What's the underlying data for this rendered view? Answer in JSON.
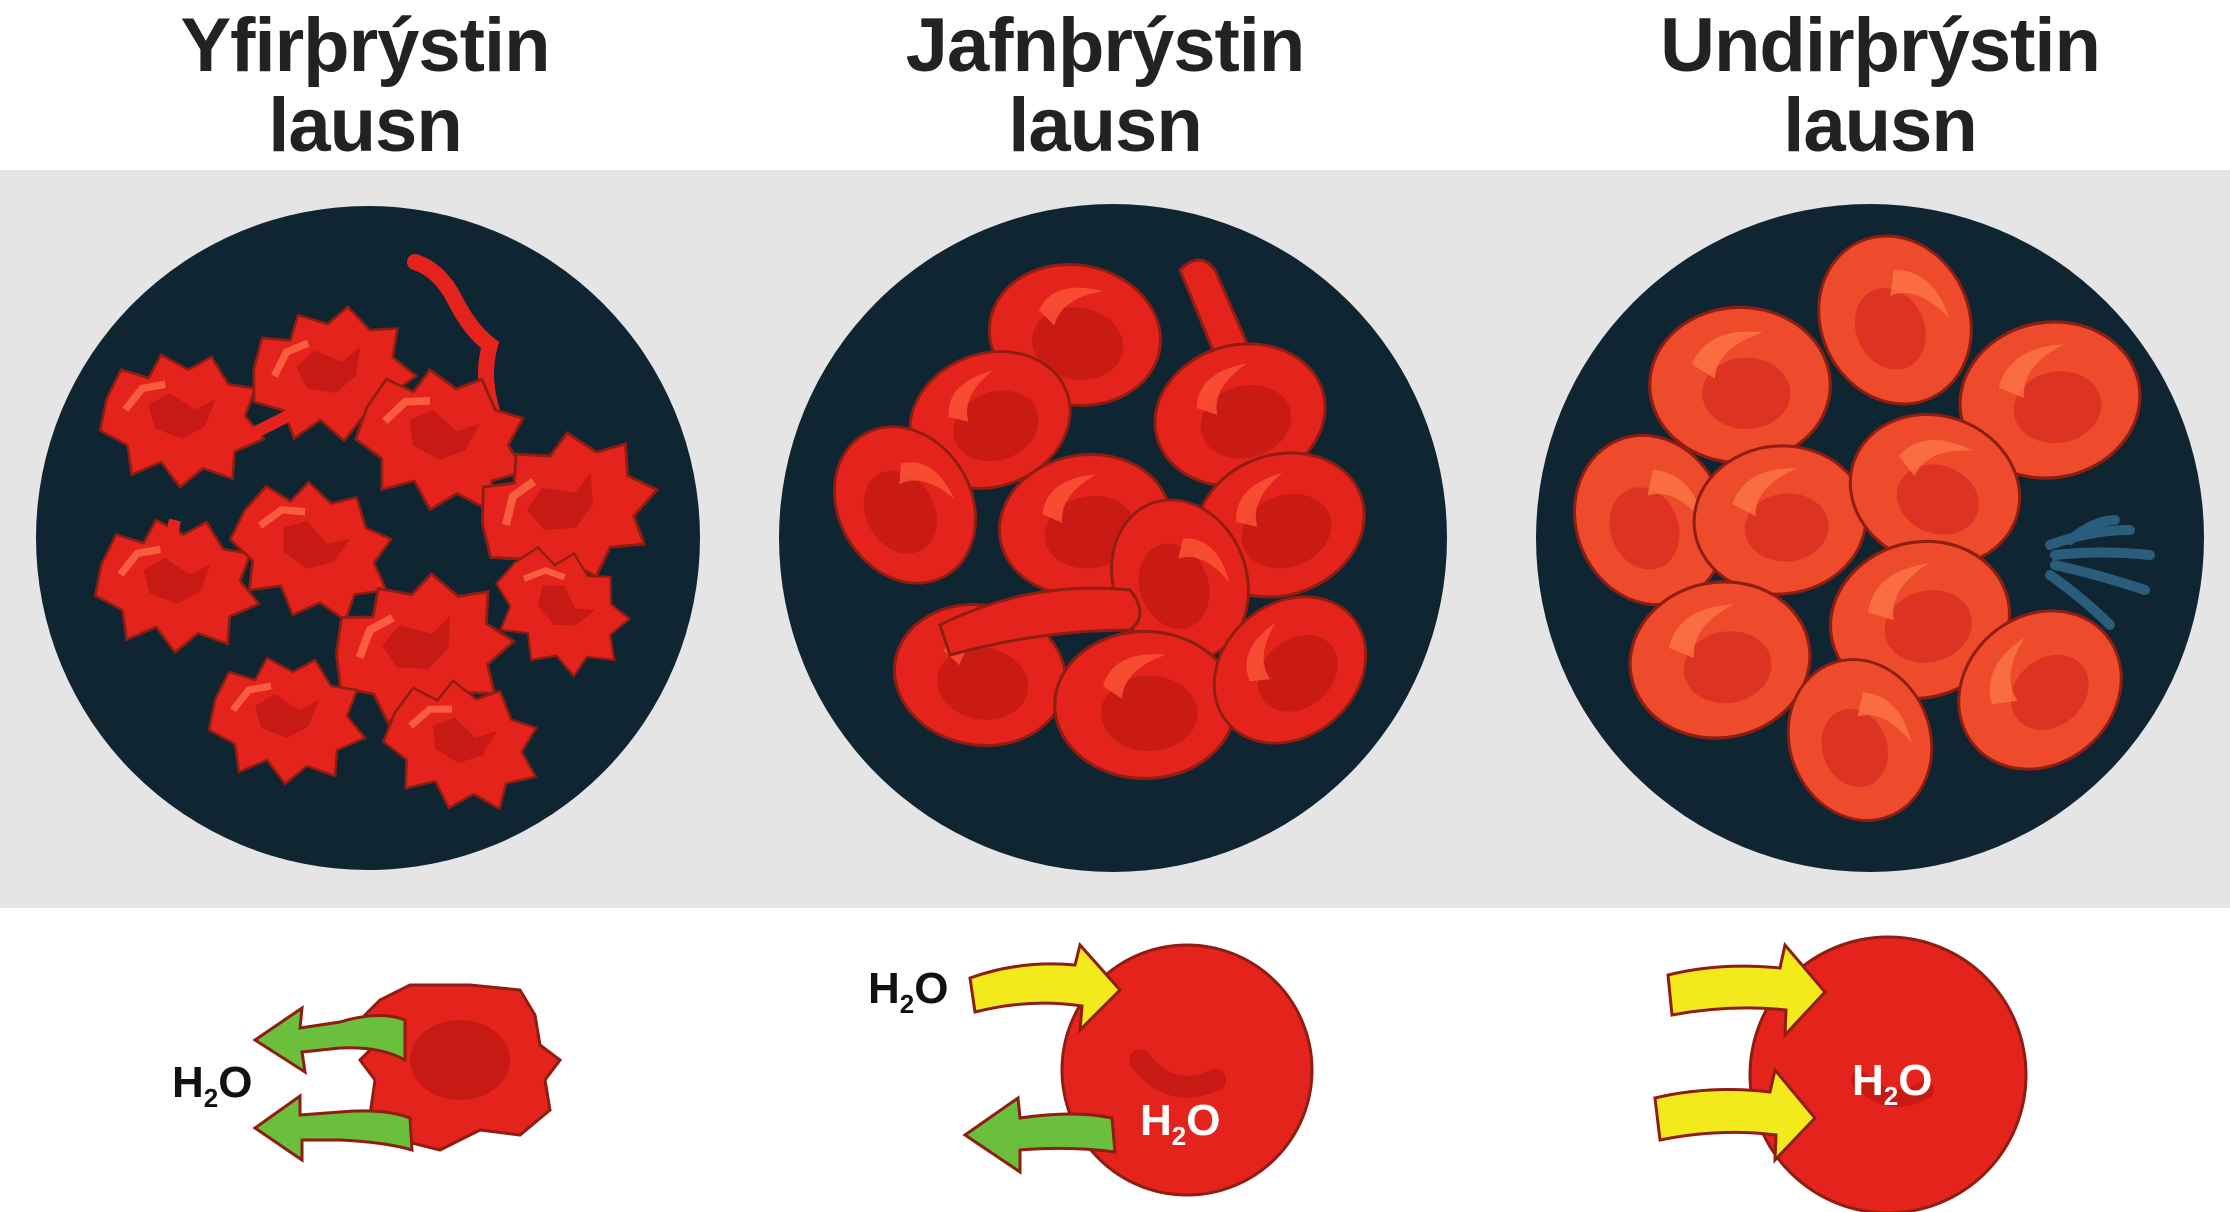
{
  "panels": [
    {
      "title_line1": "Yfirþrýstin",
      "title_line2": "lausn",
      "cell_state": "shrunken (crenated)",
      "water_label": "H2O",
      "water_flow": "out"
    },
    {
      "title_line1": "Jafnþrýstin",
      "title_line2": "lausn",
      "cell_state": "normal",
      "water_label": "H2O",
      "water_flow": "in and out"
    },
    {
      "title_line1": "Undirþrýstin",
      "title_line2": "lausn",
      "cell_state": "swollen (lysing)",
      "water_label": "H2O",
      "water_flow": "in"
    }
  ],
  "h2o": {
    "main": "H",
    "sub": "2",
    "tail": "O"
  },
  "colors": {
    "band": "#e5e5e5",
    "circle": "#0f2532",
    "cell_red": "#e4241c",
    "cell_red_swollen": "#ee4a2c",
    "cell_outline": "#8e1d12",
    "arrow_green": "#6abf3c",
    "arrow_yellow": "#f2ea1c",
    "lysis_blue": "#2a5d7c"
  },
  "icons": {
    "arrow_out": "green-arrow-out-icon",
    "arrow_in": "yellow-arrow-in-icon"
  }
}
